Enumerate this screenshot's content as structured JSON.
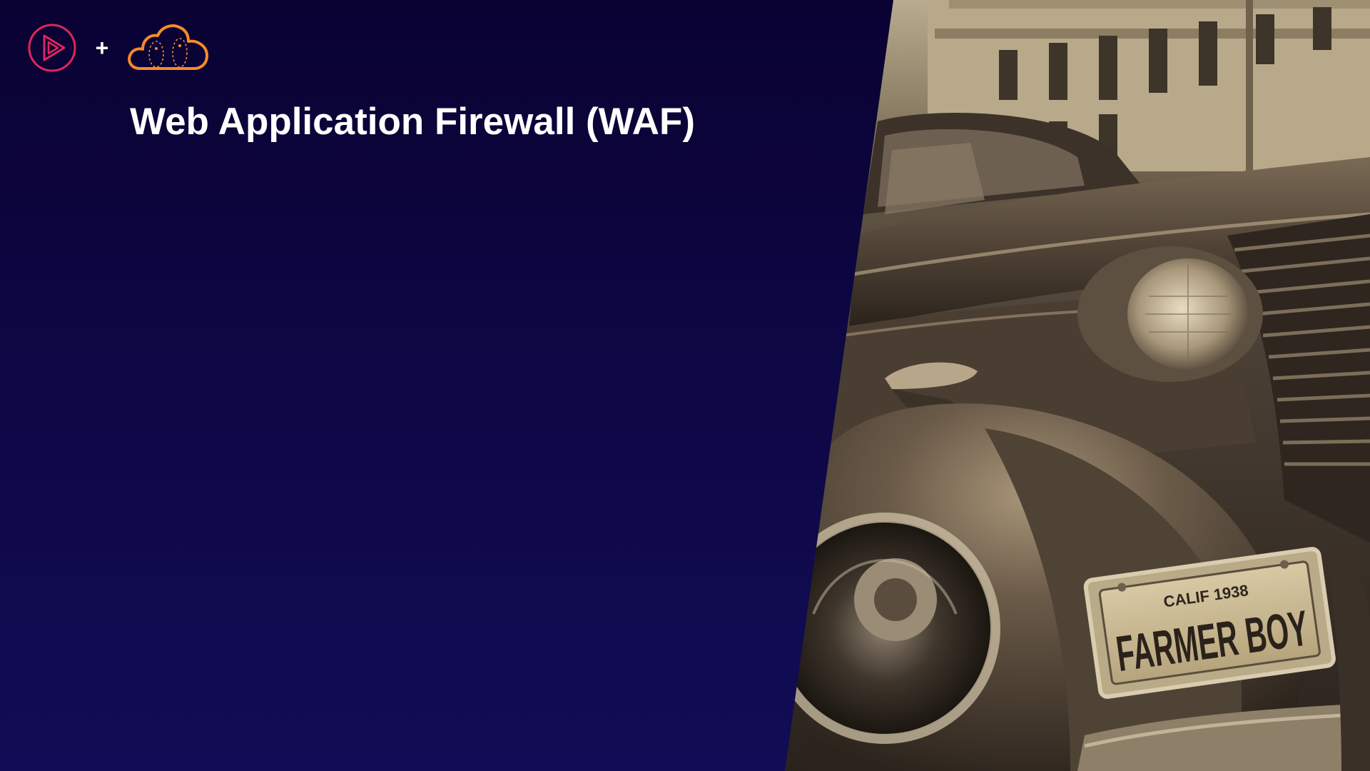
{
  "slide": {
    "title": "Web Application Firewall (WAF)",
    "plus_symbol": "+",
    "logos": [
      {
        "name": "pluralsight-play-icon",
        "color": "#e0245e"
      },
      {
        "name": "cloud-icon",
        "color": "#f58a2a"
      }
    ],
    "background_color": "#0d0744",
    "title_color": "#ffffff"
  },
  "photo": {
    "subject": "vintage-car-photo",
    "license_plate": {
      "top_line": "CALIF 1938",
      "main_text": "FARMER BOY"
    }
  }
}
